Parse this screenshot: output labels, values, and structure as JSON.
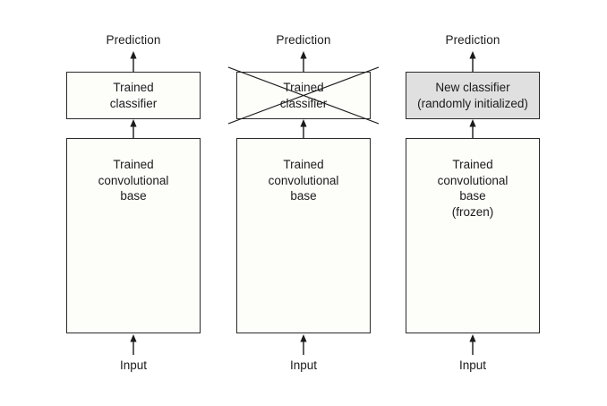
{
  "diagram": {
    "title": "Transfer learning: reusing a trained convolutional base with a new classifier",
    "colors": {
      "background": "#ffffff",
      "box_fill": "#fdfdfa",
      "box_fill_highlight": "#e0e0e0",
      "stroke": "#2b2b2b",
      "text": "#1b1b1b"
    },
    "columns": [
      {
        "id": "original-model",
        "prediction_label": "Prediction",
        "classifier": {
          "line1": "Trained",
          "line2": "classifier",
          "line3": "",
          "line4": "",
          "highlighted": false,
          "crossed_out": false
        },
        "base": {
          "line1": "Trained",
          "line2": "convolutional",
          "line3": "base",
          "line4": ""
        },
        "input_label": "Input"
      },
      {
        "id": "discarded-classifier",
        "prediction_label": "Prediction",
        "classifier": {
          "line1": "Trained",
          "line2": "classifier",
          "line3": "",
          "line4": "",
          "highlighted": false,
          "crossed_out": true
        },
        "base": {
          "line1": "Trained",
          "line2": "convolutional",
          "line3": "base",
          "line4": ""
        },
        "input_label": "Input"
      },
      {
        "id": "new-classifier-model",
        "prediction_label": "Prediction",
        "classifier": {
          "line1": "New classifier",
          "line2": "(randomly initialized)",
          "line3": "",
          "line4": "",
          "highlighted": true,
          "crossed_out": false
        },
        "base": {
          "line1": "Trained",
          "line2": "convolutional",
          "line3": "base",
          "line4": "(frozen)"
        },
        "input_label": "Input"
      }
    ]
  }
}
